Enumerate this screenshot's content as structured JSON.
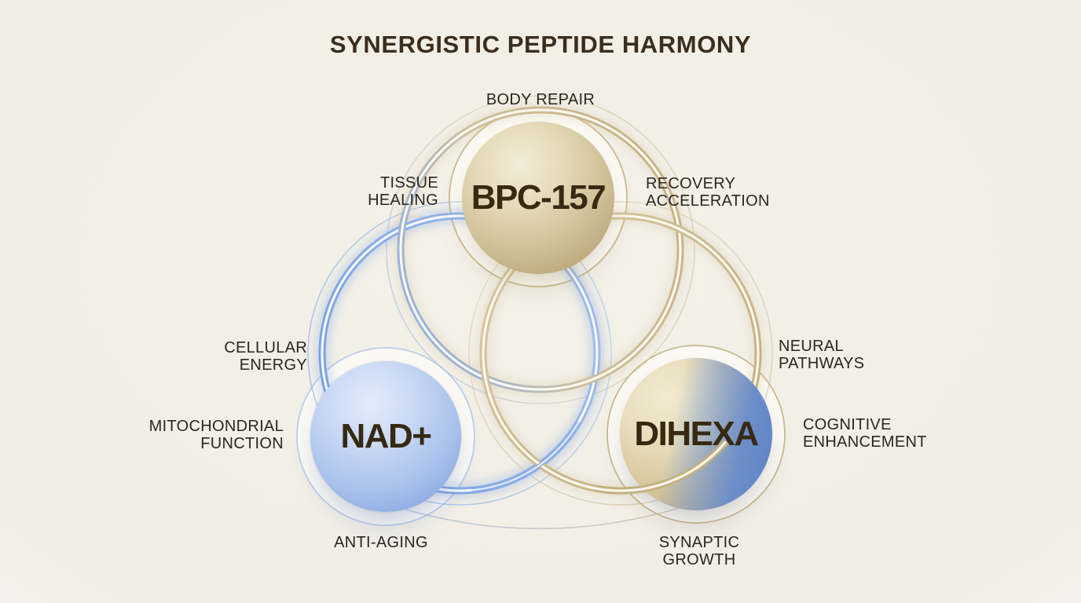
{
  "title": "SYNERGISTIC PEPTIDE HARMONY",
  "nodes": [
    {
      "name": "BPC-157",
      "theme": "gold",
      "benefits": [
        "BODY REPAIR",
        "TISSUE HEALING",
        "RECOVERY ACCELERATION"
      ]
    },
    {
      "name": "NAD+",
      "theme": "blue",
      "benefits": [
        "CELLULAR ENERGY",
        "MITOCHONDRIAL FUNCTION",
        "ANTI-AGING"
      ]
    },
    {
      "name": "DIHEXA",
      "theme": "gold-blue",
      "benefits": [
        "NEURAL PATHWAYS",
        "COGNITIVE ENHANCEMENT",
        "SYNAPTIC GROWTH"
      ]
    }
  ],
  "colors": {
    "background": "#f2efe8",
    "title_text": "#3a2e1e",
    "label_text": "#2b2621",
    "sphere_text": "#362a12",
    "gold_ring": "#c9b586",
    "blue_ring": "#7aa2e2"
  }
}
